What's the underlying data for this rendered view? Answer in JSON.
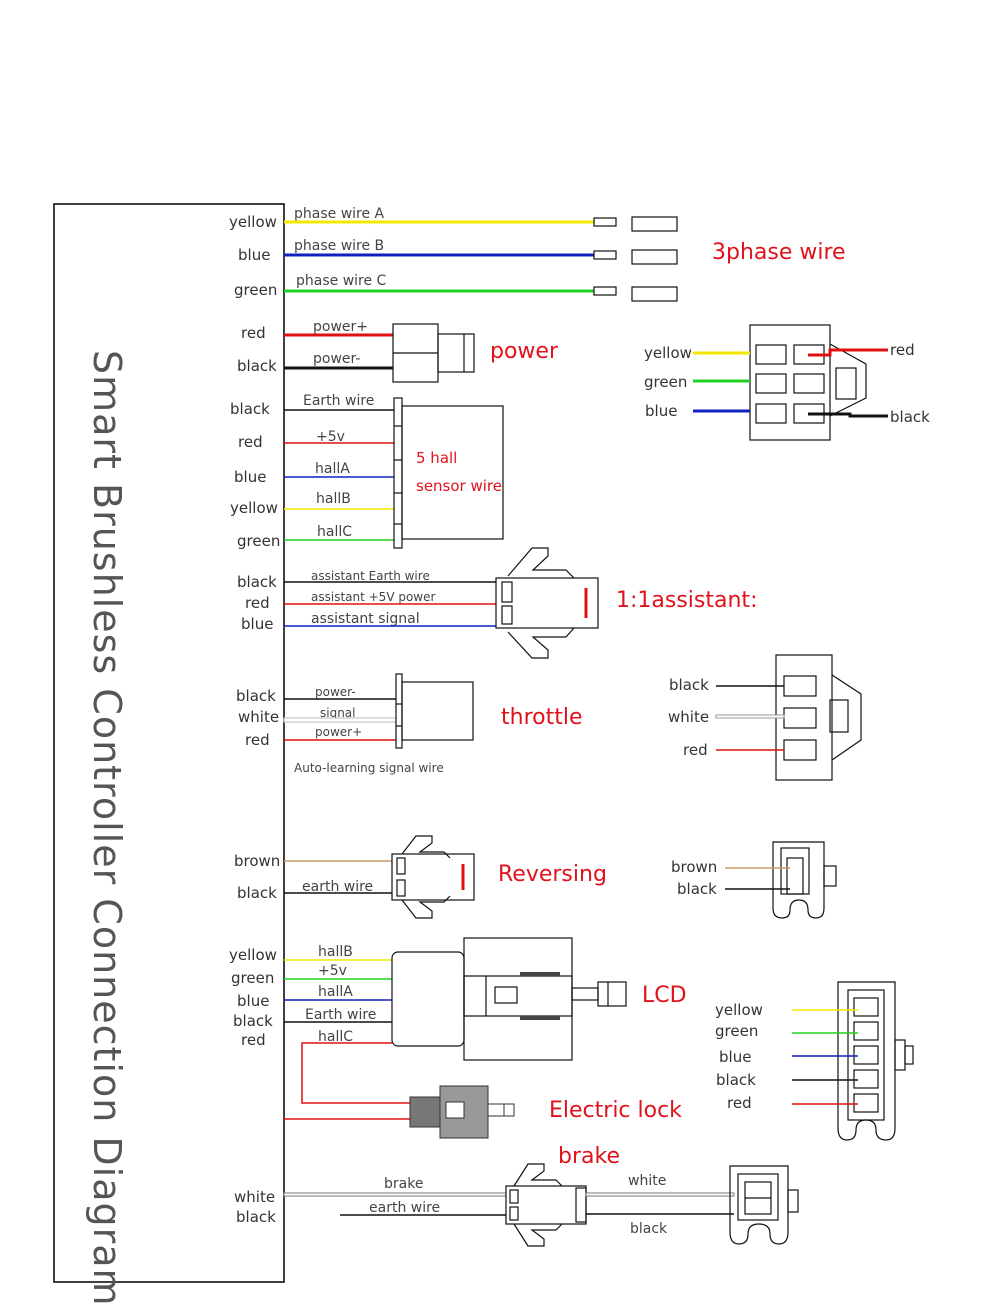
{
  "title": "Smart Brushless Controller Connection Diagram",
  "phase": {
    "heading": "3phase wire",
    "wires": [
      {
        "color": "yellow",
        "label": "phase wire A",
        "hex": "#f5e800"
      },
      {
        "color": "blue",
        "label": "phase wire B",
        "hex": "#1020c0"
      },
      {
        "color": "green",
        "label": "phase wire C",
        "hex": "#20d020"
      }
    ]
  },
  "power": {
    "heading": "power",
    "wires": [
      {
        "color": "red",
        "label": "power+",
        "hex": "#e01010"
      },
      {
        "color": "black",
        "label": "power-",
        "hex": "#111111"
      }
    ]
  },
  "hall": {
    "heading_line1": "5 hall",
    "heading_line2": "sensor wire",
    "wires": [
      {
        "color": "black",
        "label": "Earth wire",
        "hex": "#111111"
      },
      {
        "color": "red",
        "label": "+5v",
        "hex": "#e01010"
      },
      {
        "color": "blue",
        "label": "hallA",
        "hex": "#1020c0"
      },
      {
        "color": "yellow",
        "label": "hallB",
        "hex": "#f5e800"
      },
      {
        "color": "green",
        "label": "hallC",
        "hex": "#20d020"
      }
    ]
  },
  "hall_plug": {
    "left": [
      {
        "color": "yellow",
        "hex": "#f5e800"
      },
      {
        "color": "green",
        "hex": "#20d020"
      },
      {
        "color": "blue",
        "hex": "#1020c0"
      }
    ],
    "right": [
      {
        "color": "red",
        "hex": "#e01010"
      },
      {
        "color": "black",
        "hex": "#111111"
      }
    ]
  },
  "assistant": {
    "heading": "1:1assistant:",
    "wires": [
      {
        "color": "black",
        "label": "assistant Earth wire",
        "hex": "#111111"
      },
      {
        "color": "red",
        "label": "assistant +5V power",
        "hex": "#e01010"
      },
      {
        "color": "blue",
        "label": "assistant signal",
        "hex": "#1020c0"
      }
    ]
  },
  "throttle": {
    "heading": "throttle",
    "note": "Auto-learning signal wire",
    "wires": [
      {
        "color": "black",
        "label": "power-",
        "hex": "#111111"
      },
      {
        "color": "white",
        "label": "signal",
        "hex": "#bbbbbb"
      },
      {
        "color": "red",
        "label": "power+",
        "hex": "#e01010"
      }
    ],
    "plug": [
      "black",
      "white",
      "red"
    ]
  },
  "reversing": {
    "heading": "Reversing",
    "wires": [
      {
        "color": "brown",
        "label": "",
        "hex": "#c8986a"
      },
      {
        "color": "black",
        "label": "earth wire",
        "hex": "#111111"
      }
    ],
    "plug": [
      "brown",
      "black"
    ]
  },
  "lcd": {
    "heading": "LCD",
    "wires": [
      {
        "color": "yellow",
        "label": "hallB",
        "hex": "#f5e800"
      },
      {
        "color": "green",
        "label": "+5v",
        "hex": "#20d020"
      },
      {
        "color": "blue",
        "label": "hallA",
        "hex": "#1020c0"
      },
      {
        "color": "black",
        "label": "Earth wire",
        "hex": "#111111"
      },
      {
        "color": "red",
        "label": "hallC",
        "hex": "#e01010"
      }
    ],
    "plug": [
      "yellow",
      "green",
      "blue",
      "black",
      "red"
    ]
  },
  "electric_lock": {
    "heading": "Electric lock"
  },
  "brake": {
    "heading": "brake",
    "wires": [
      {
        "color": "white",
        "label": "brake"
      },
      {
        "color": "black",
        "label": "earth wire"
      }
    ],
    "right_labels": [
      "white",
      "black"
    ]
  }
}
